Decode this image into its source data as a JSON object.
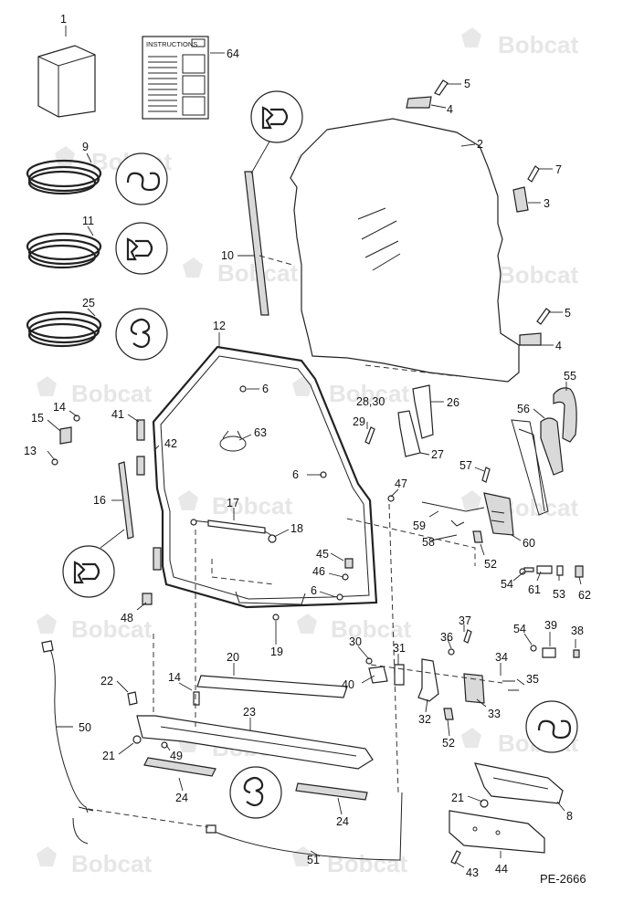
{
  "watermark": "Bobcat",
  "diagram_code": "PE-2666",
  "instructions_label": "INSTRUCTIONS",
  "callouts": [
    {
      "id": "c1",
      "label": "1"
    },
    {
      "id": "c64",
      "label": "64"
    },
    {
      "id": "c5a",
      "label": "5"
    },
    {
      "id": "c4a",
      "label": "4"
    },
    {
      "id": "c2",
      "label": "2"
    },
    {
      "id": "c7",
      "label": "7"
    },
    {
      "id": "c3",
      "label": "3"
    },
    {
      "id": "c9",
      "label": "9"
    },
    {
      "id": "c11",
      "label": "11"
    },
    {
      "id": "c25",
      "label": "25"
    },
    {
      "id": "c10",
      "label": "10"
    },
    {
      "id": "c5b",
      "label": "5"
    },
    {
      "id": "c4b",
      "label": "4"
    },
    {
      "id": "c12",
      "label": "12"
    },
    {
      "id": "c6a",
      "label": "6"
    },
    {
      "id": "c2830",
      "label": "28,30"
    },
    {
      "id": "c26",
      "label": "26"
    },
    {
      "id": "c55",
      "label": "55"
    },
    {
      "id": "c56",
      "label": "56"
    },
    {
      "id": "c14",
      "label": "14"
    },
    {
      "id": "c15",
      "label": "15"
    },
    {
      "id": "c41",
      "label": "41"
    },
    {
      "id": "c63",
      "label": "63"
    },
    {
      "id": "c29",
      "label": "29"
    },
    {
      "id": "c42",
      "label": "42"
    },
    {
      "id": "c27",
      "label": "27"
    },
    {
      "id": "c13",
      "label": "13"
    },
    {
      "id": "c57",
      "label": "57"
    },
    {
      "id": "c6b",
      "label": "6"
    },
    {
      "id": "c47",
      "label": "47"
    },
    {
      "id": "c16",
      "label": "16"
    },
    {
      "id": "c17",
      "label": "17"
    },
    {
      "id": "c59",
      "label": "59"
    },
    {
      "id": "c18",
      "label": "18"
    },
    {
      "id": "c58",
      "label": "58"
    },
    {
      "id": "c60",
      "label": "60"
    },
    {
      "id": "c45",
      "label": "45"
    },
    {
      "id": "c52a",
      "label": "52"
    },
    {
      "id": "c46",
      "label": "46"
    },
    {
      "id": "c54a",
      "label": "54"
    },
    {
      "id": "c61",
      "label": "61"
    },
    {
      "id": "c53",
      "label": "53"
    },
    {
      "id": "c62",
      "label": "62"
    },
    {
      "id": "c6c",
      "label": "6"
    },
    {
      "id": "c48",
      "label": "48"
    },
    {
      "id": "c37",
      "label": "37"
    },
    {
      "id": "c54b",
      "label": "54"
    },
    {
      "id": "c39",
      "label": "39"
    },
    {
      "id": "c38",
      "label": "38"
    },
    {
      "id": "c19",
      "label": "19"
    },
    {
      "id": "c36",
      "label": "36"
    },
    {
      "id": "c30",
      "label": "30"
    },
    {
      "id": "c31",
      "label": "31"
    },
    {
      "id": "c20",
      "label": "20"
    },
    {
      "id": "c34",
      "label": "34"
    },
    {
      "id": "c14b",
      "label": "14"
    },
    {
      "id": "c22",
      "label": "22"
    },
    {
      "id": "c40",
      "label": "40"
    },
    {
      "id": "c35",
      "label": "35"
    },
    {
      "id": "c50",
      "label": "50"
    },
    {
      "id": "c23",
      "label": "23"
    },
    {
      "id": "c32",
      "label": "32"
    },
    {
      "id": "c33",
      "label": "33"
    },
    {
      "id": "c21a",
      "label": "21"
    },
    {
      "id": "c49",
      "label": "49"
    },
    {
      "id": "c52b",
      "label": "52"
    },
    {
      "id": "c24a",
      "label": "24"
    },
    {
      "id": "c24b",
      "label": "24"
    },
    {
      "id": "c21b",
      "label": "21"
    },
    {
      "id": "c8",
      "label": "8"
    },
    {
      "id": "c51",
      "label": "51"
    },
    {
      "id": "c43",
      "label": "43"
    },
    {
      "id": "c44",
      "label": "44"
    }
  ]
}
